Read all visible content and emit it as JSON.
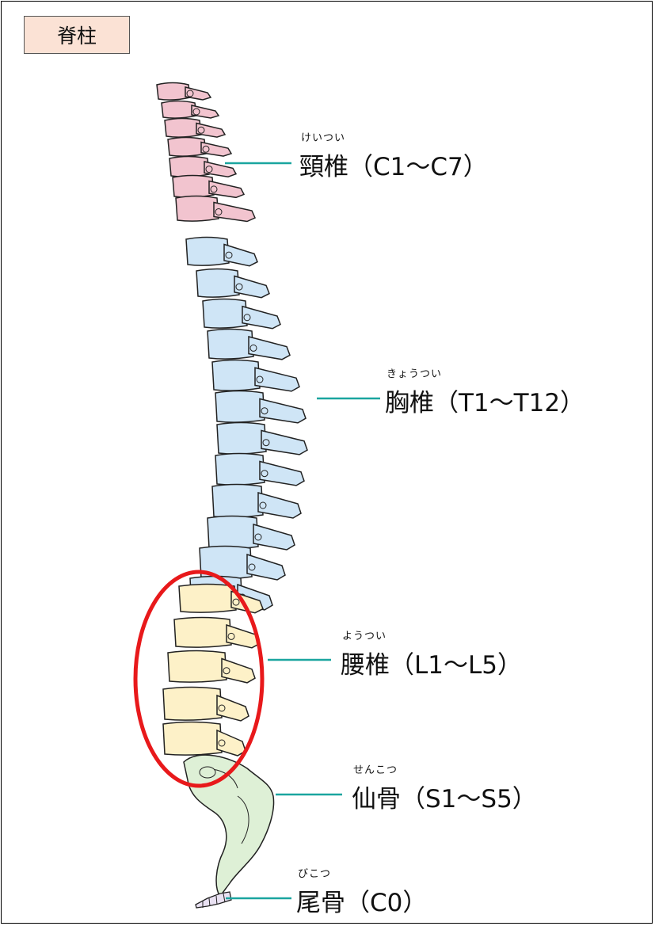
{
  "title": "脊柱",
  "colors": {
    "cervical": "#f2c4cf",
    "thoracic": "#cfe5f6",
    "lumbar": "#fdf1c8",
    "sacrum": "#def0d6",
    "leader": "#1aa59f",
    "highlight": "#e8191b"
  },
  "regions": [
    {
      "ruby": "けいつい",
      "label": "頸椎（C1〜C7）"
    },
    {
      "ruby": "きょうつい",
      "label": "胸椎（T1〜T12）"
    },
    {
      "ruby": "ようつい",
      "label": "腰椎（L1〜L5）"
    },
    {
      "ruby": "せんこつ",
      "label": "仙骨（S1〜S5）"
    },
    {
      "ruby": "びこつ",
      "label": "尾骨（C0）"
    }
  ]
}
